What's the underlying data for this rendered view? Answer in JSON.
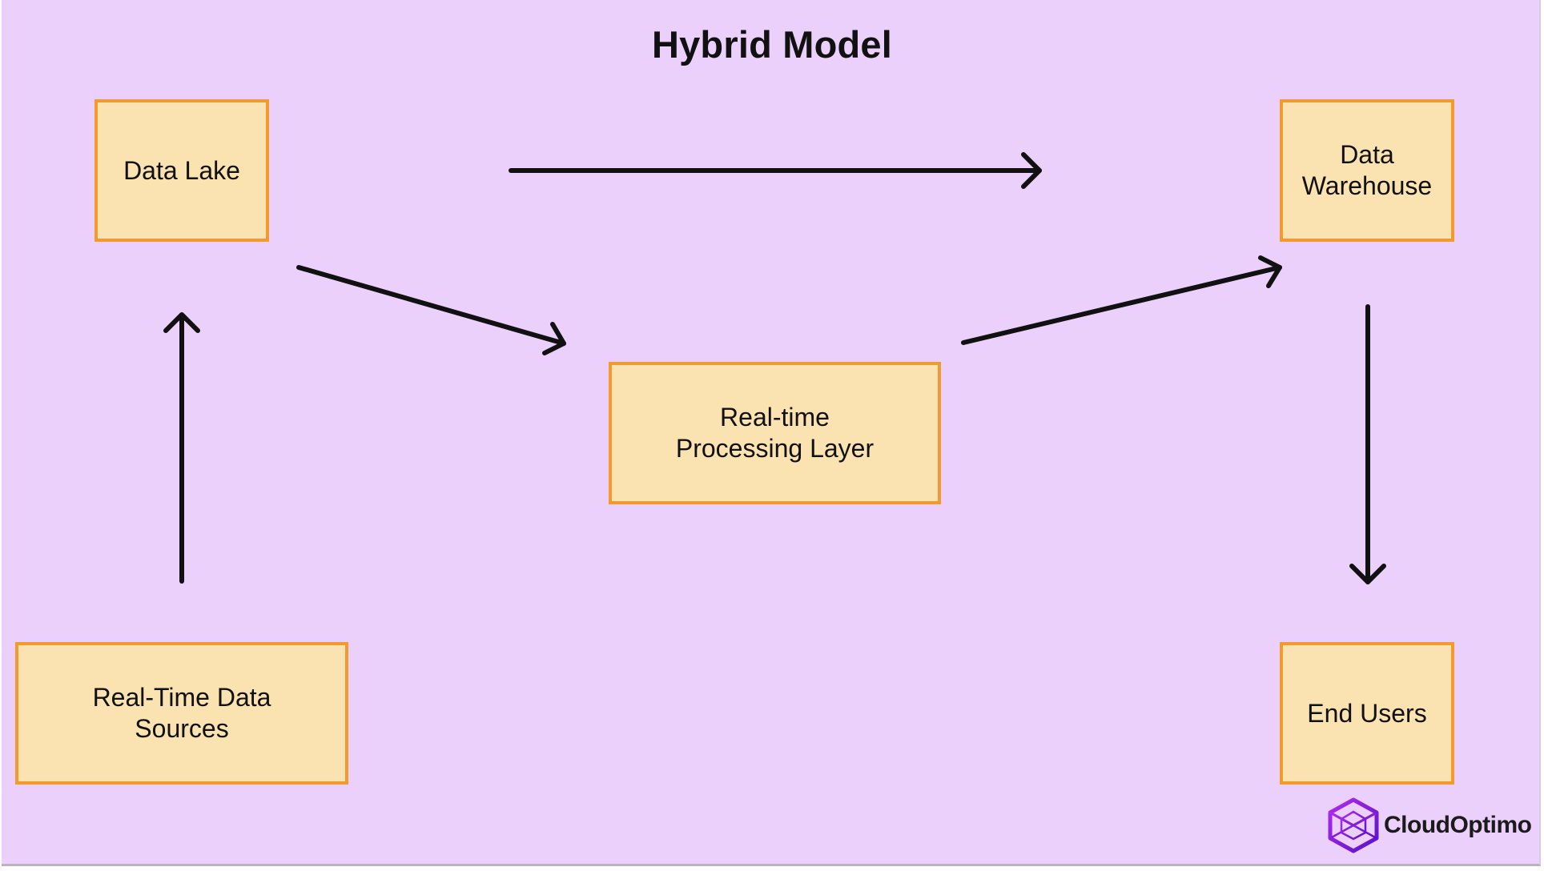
{
  "diagram": {
    "title": "Hybrid Model",
    "nodes": {
      "data_lake": "Data Lake",
      "data_warehouse": "Data\nWarehouse",
      "realtime_layer": "Real-time\nProcessing Layer",
      "realtime_sources": "Real-Time Data\nSources",
      "end_users": "End Users"
    },
    "edges": [
      {
        "from": "Real-Time Data Sources",
        "to": "Data Lake"
      },
      {
        "from": "Data Lake",
        "to": "Data Warehouse"
      },
      {
        "from": "Data Lake",
        "to": "Real-time Processing Layer"
      },
      {
        "from": "Real-time Processing Layer",
        "to": "Data Warehouse"
      },
      {
        "from": "Data Warehouse",
        "to": "End Users"
      }
    ],
    "colors": {
      "background": "#ebd0fb",
      "node_fill": "#fbe2b1",
      "node_border": "#f29a2e",
      "arrow": "#111111",
      "logo_accent": "#7a1fd6"
    }
  },
  "branding": {
    "logo_text": "CloudOptimo",
    "logo_icon": "cloudoptimo-logo-icon"
  }
}
